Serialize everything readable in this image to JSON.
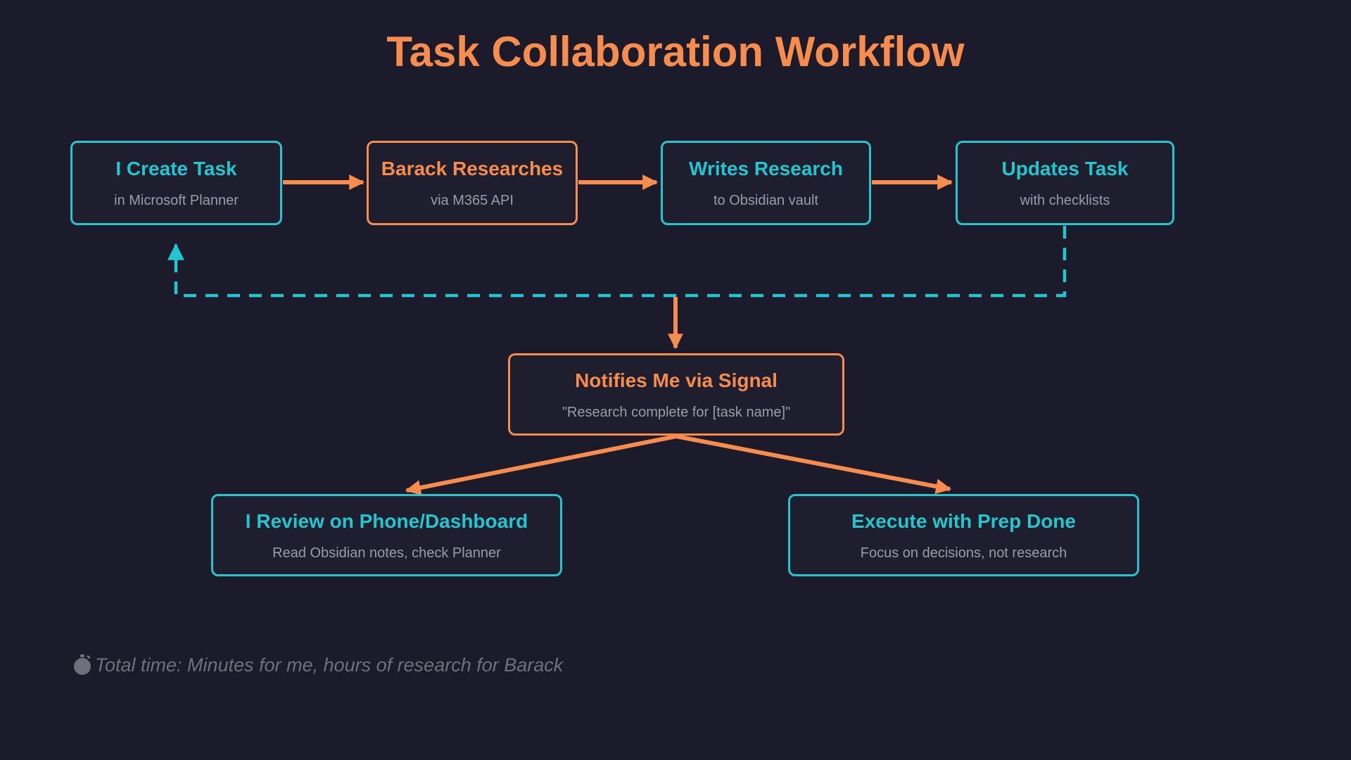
{
  "title": "Task Collaboration Workflow",
  "colors": {
    "background": "#1b1b2b",
    "node_fill": "#1e1e2f",
    "teal": "#22c6ce",
    "orange": "#f78c4c",
    "subtitle_gray": "#9c9ca4",
    "footer_gray": "#70707a"
  },
  "nodes": [
    {
      "id": "create",
      "title": "I Create Task",
      "subtitle": "in Microsoft Planner",
      "accent": "teal"
    },
    {
      "id": "research",
      "title": "Barack Researches",
      "subtitle": "via M365 API",
      "accent": "orange"
    },
    {
      "id": "writes",
      "title": "Writes Research",
      "subtitle": "to Obsidian vault",
      "accent": "teal"
    },
    {
      "id": "updates",
      "title": "Updates Task",
      "subtitle": "with checklists",
      "accent": "teal"
    },
    {
      "id": "notify",
      "title": "Notifies Me via Signal",
      "subtitle": "\"Research complete for [task name]\"",
      "accent": "orange"
    },
    {
      "id": "review",
      "title": "I Review on Phone/Dashboard",
      "subtitle": "Read Obsidian notes, check Planner",
      "accent": "teal"
    },
    {
      "id": "execute",
      "title": "Execute with Prep Done",
      "subtitle": "Focus on decisions, not research",
      "accent": "teal"
    }
  ],
  "edges": [
    {
      "from": "I Create Task",
      "to": "Barack Researches",
      "style": "solid-orange"
    },
    {
      "from": "Barack Researches",
      "to": "Writes Research",
      "style": "solid-orange"
    },
    {
      "from": "Writes Research",
      "to": "Updates Task",
      "style": "solid-orange"
    },
    {
      "from": "Updates Task",
      "to": "I Create Task",
      "style": "dashed-teal-feedback"
    },
    {
      "from": "Updates Task",
      "to": "Notifies Me via Signal",
      "style": "solid-orange"
    },
    {
      "from": "Notifies Me via Signal",
      "to": "I Review on Phone/Dashboard",
      "style": "solid-orange"
    },
    {
      "from": "Notifies Me via Signal",
      "to": "Execute with Prep Done",
      "style": "solid-orange"
    }
  ],
  "footer": {
    "icon": "stopwatch",
    "text": "Total time: Minutes for me, hours of research for Barack"
  }
}
